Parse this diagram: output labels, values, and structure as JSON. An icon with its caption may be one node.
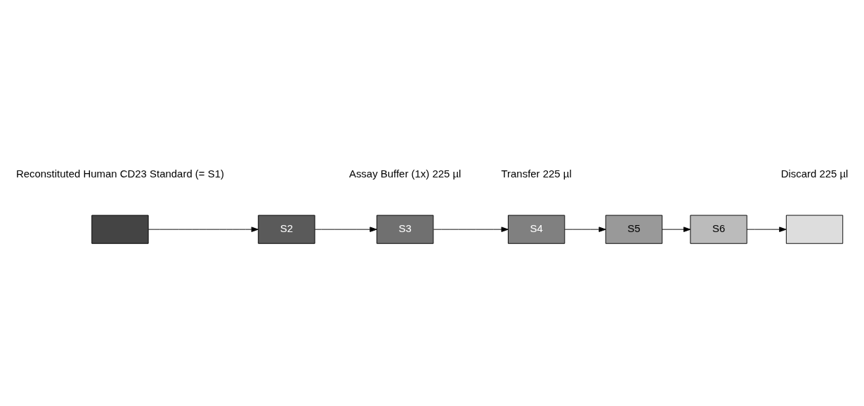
{
  "diagram": {
    "nodes": [
      {
        "text": [],
        "shape": "box",
        "beside": [
          "Reconstituted Human CD23 Standard (= S1)"
        ]
      },
      {
        "text": [
          "S2"
        ]
      },
      {
        "text": [
          "S3"
        ]
      },
      {
        "text": [
          "S4"
        ]
      },
      {
        "text": [
          "S5"
        ]
      },
      {
        "text": [
          "S6"
        ]
      },
      {
        "text": [],
        "shape": "box",
        "beside": [
          "Discard 225 µl"
        ]
      }
    ],
    "edges": [
      {
        "from": 0,
        "to": 1,
        "arrow": "to"
      },
      {
        "from": 1,
        "to": 2,
        "arrow": "to"
      },
      {
        "from": 2,
        "to": 3,
        "arrow": "to"
      },
      {
        "from": 3,
        "to": 4,
        "arrow": "to"
      },
      {
        "from": 4,
        "to": 5,
        "arrow": "to"
      },
      {
        "from": 5,
        "to": 6,
        "arrow": "to"
      }
    ],
    "labels": [
      "Transfer 225 µl",
      "Assay Buffer (1x) 225 µl"
    ]
  }
}
